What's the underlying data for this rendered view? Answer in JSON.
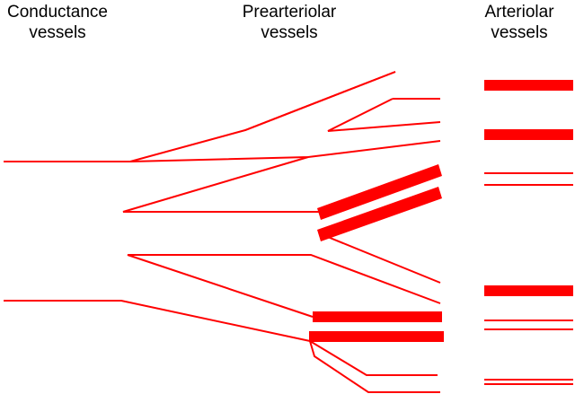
{
  "headings": {
    "conductance": [
      "Conductance",
      "vessels"
    ],
    "prearteriolar": [
      "Prearteriolar",
      "vessels"
    ],
    "arteriolar": [
      "Arteriolar",
      "vessels"
    ]
  },
  "colors": {
    "vessel": "#ff0000",
    "text": "#000000",
    "background": "#ffffff"
  }
}
